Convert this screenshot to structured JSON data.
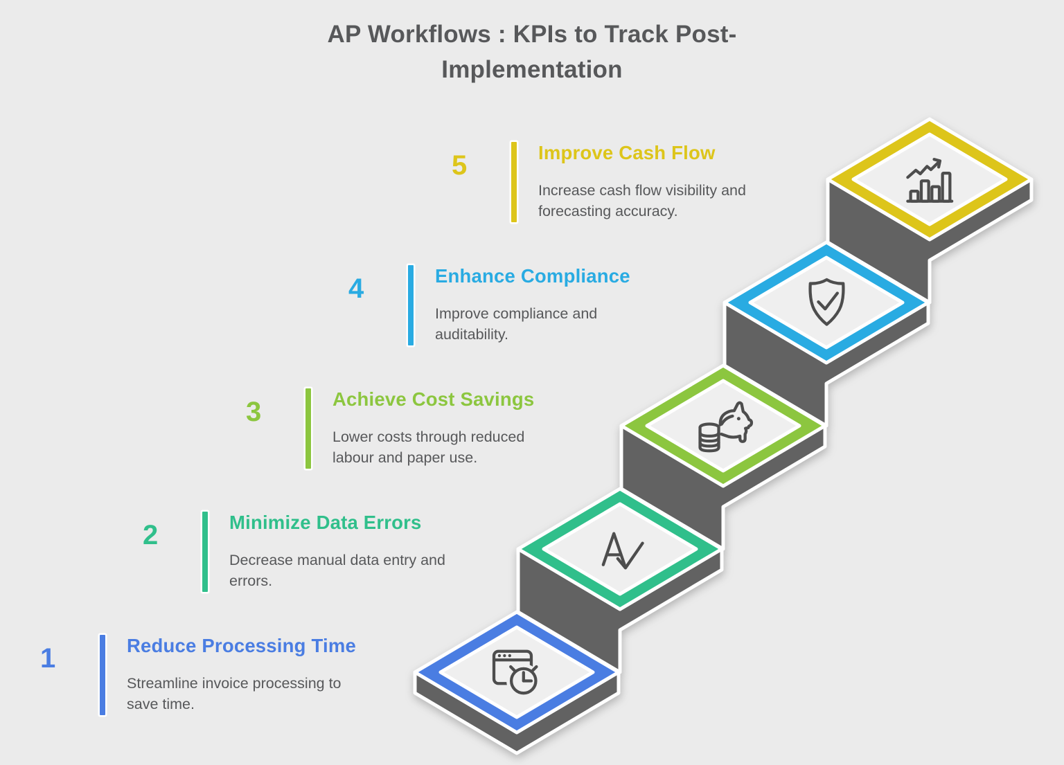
{
  "header": {
    "lines": [
      "AP Workflows : KPIs to Track Post-",
      "Implementation"
    ]
  },
  "steps": [
    {
      "number": "1",
      "title": "Reduce Processing Time",
      "description": "Streamline invoice processing to save time.",
      "color": "#4a7de2",
      "icon": "browser-clock-icon"
    },
    {
      "number": "2",
      "title": "Minimize Data Errors",
      "description": "Decrease manual data entry and errors.",
      "color": "#30bf8b",
      "icon": "spellcheck-icon"
    },
    {
      "number": "3",
      "title": "Achieve Cost Savings",
      "description": "Lower costs through reduced labour and paper use.",
      "color": "#8cc63f",
      "icon": "piggy-bank-coins-icon"
    },
    {
      "number": "4",
      "title": "Enhance Compliance",
      "description": "Improve compliance and auditability.",
      "color": "#29abe2",
      "icon": "shield-check-icon"
    },
    {
      "number": "5",
      "title": "Improve Cash Flow",
      "description": "Increase cash flow visibility and forecasting accuracy.",
      "color": "#ddc51a",
      "icon": "growth-chart-icon"
    }
  ],
  "colors": {
    "background": "#ebebeb",
    "step_body": "#626262",
    "diamond_inner": "#efefef",
    "outline": "#ffffff",
    "text": "#57585a",
    "icon_stroke": "#4d4d4d"
  }
}
